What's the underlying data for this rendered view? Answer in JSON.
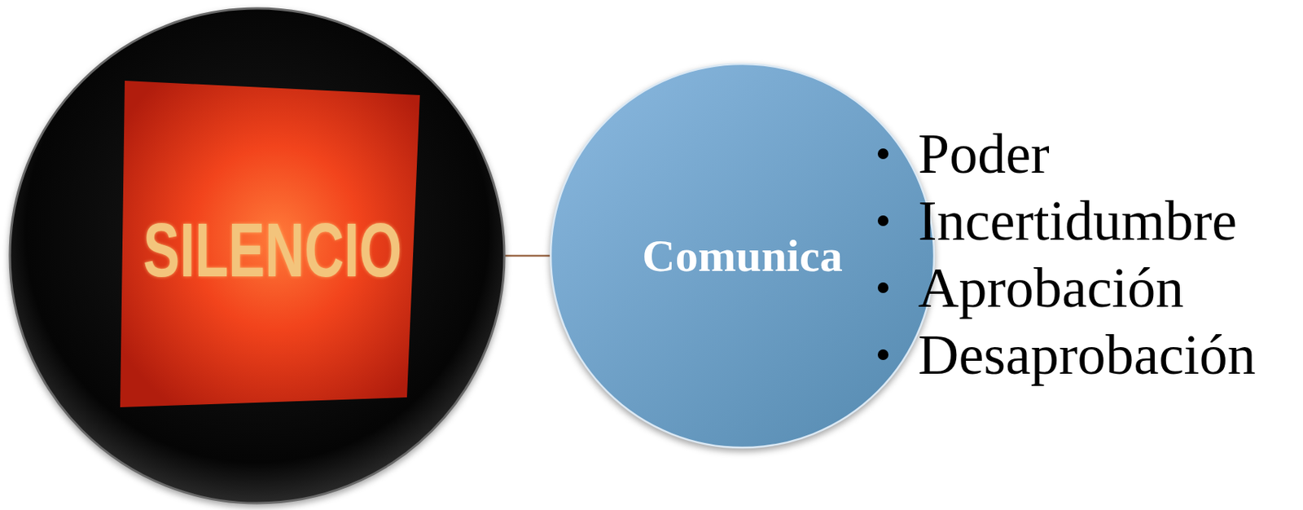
{
  "diagram": {
    "nodes": [
      {
        "text": [
          "SILENCIO"
        ]
      },
      {
        "text": [
          "Comunica"
        ]
      }
    ],
    "edges": [
      {
        "from": 0,
        "to": 1,
        "arrow": "none"
      }
    ],
    "labels": [
      "Poder",
      "Incertidumbre",
      "Aprobación",
      "Desaprobación"
    ]
  }
}
